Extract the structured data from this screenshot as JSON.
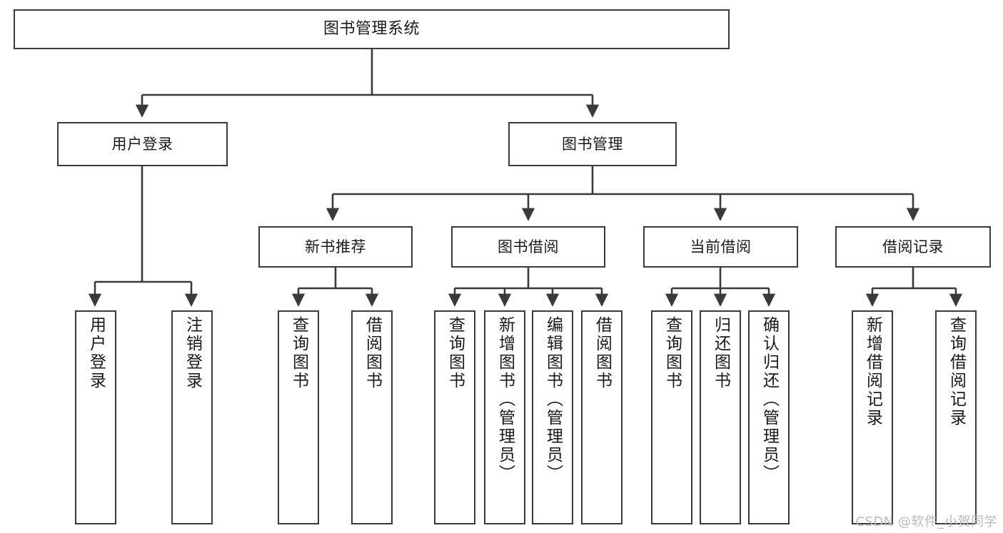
{
  "diagram": {
    "title": "图书管理系统",
    "type": "tree-hierarchy-chart",
    "watermark": "CSDN @软件_小贺同学",
    "root": {
      "id": "root",
      "label": "图书管理系统"
    },
    "level2": [
      {
        "id": "user-login",
        "label": "用户登录"
      },
      {
        "id": "book-manage",
        "label": "图书管理"
      }
    ],
    "level3": [
      {
        "id": "new-book-rec",
        "label": "新书推荐",
        "parent": "book-manage"
      },
      {
        "id": "book-borrow",
        "label": "图书借阅",
        "parent": "book-manage"
      },
      {
        "id": "current-borrow",
        "label": "当前借阅",
        "parent": "book-manage"
      },
      {
        "id": "borrow-record",
        "label": "借阅记录",
        "parent": "book-manage"
      }
    ],
    "leaves": {
      "user-login": [
        {
          "id": "leaf-user-login",
          "label": "用户登录"
        },
        {
          "id": "leaf-user-logout",
          "label": "注销登录"
        }
      ],
      "new-book-rec": [
        {
          "id": "leaf-query-book-1",
          "label": "查询图书"
        },
        {
          "id": "leaf-borrow-book-1",
          "label": "借阅图书"
        }
      ],
      "book-borrow": [
        {
          "id": "leaf-query-book-2",
          "label": "查询图书"
        },
        {
          "id": "leaf-add-book",
          "label": "新增图书（管理员）"
        },
        {
          "id": "leaf-edit-book",
          "label": "编辑图书（管理员）"
        },
        {
          "id": "leaf-borrow-book-2",
          "label": "借阅图书"
        }
      ],
      "current-borrow": [
        {
          "id": "leaf-query-book-3",
          "label": "查询图书"
        },
        {
          "id": "leaf-return-book",
          "label": "归还图书"
        },
        {
          "id": "leaf-confirm-return",
          "label": "确认归还（管理员）"
        }
      ],
      "borrow-record": [
        {
          "id": "leaf-add-record",
          "label": "新增借阅记录"
        },
        {
          "id": "leaf-query-record",
          "label": "查询借阅记录"
        }
      ]
    },
    "colors": {
      "stroke": "#3a3a3a",
      "fill": "#ffffff",
      "text": "#1a1a1a",
      "watermark": "#b9b9b9"
    }
  }
}
